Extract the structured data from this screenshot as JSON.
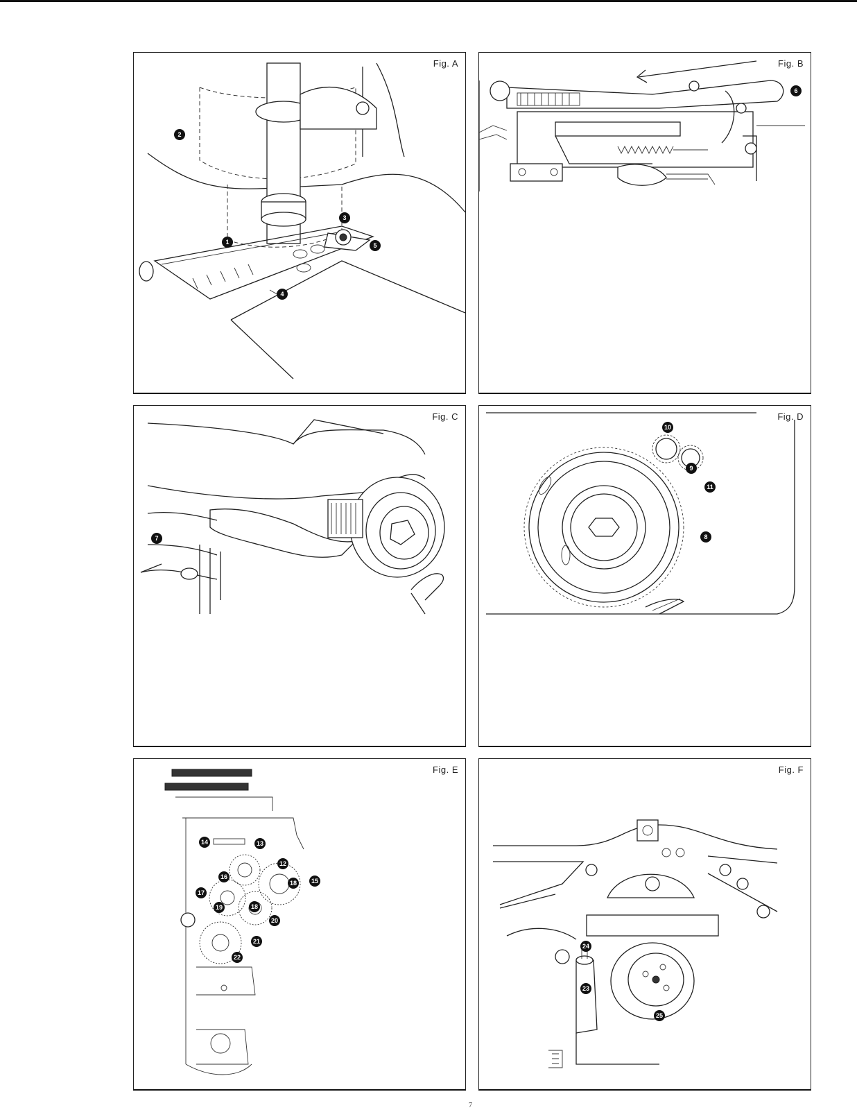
{
  "figures": {
    "a": {
      "label": "Fig. A",
      "callouts": [
        "1",
        "2",
        "3",
        "4",
        "5"
      ]
    },
    "b": {
      "label": "Fig. B",
      "callouts": [
        "6"
      ]
    },
    "c": {
      "label": "Fig. C",
      "callouts": [
        "7"
      ]
    },
    "d": {
      "label": "Fig. D",
      "callouts": [
        "10",
        "9",
        "11",
        "8"
      ]
    },
    "e": {
      "label": "Fig. E",
      "callouts": [
        "14",
        "13",
        "12",
        "18",
        "15",
        "16",
        "17",
        "19",
        "18",
        "20",
        "21",
        "22"
      ]
    },
    "f": {
      "label": "Fig. F",
      "callouts": [
        "24",
        "23",
        "25"
      ]
    }
  },
  "page_number": "7"
}
